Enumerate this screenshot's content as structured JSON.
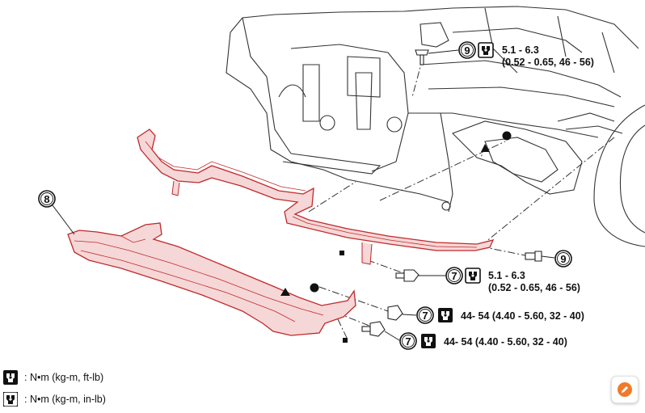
{
  "callouts": {
    "part_8": "8",
    "bolt_9_top": "9",
    "bolt_9_right": "9",
    "bolt_7_upper": "7",
    "bolt_7_middle": "7",
    "bolt_7_lower": "7"
  },
  "torque_specs": {
    "top": {
      "line1": "5.1 - 6.3",
      "line2": "(0.52 - 0.65, 46 - 56)"
    },
    "middle": {
      "line1": "5.1 - 6.3",
      "line2": "(0.52 - 0.65, 46 - 56)"
    },
    "lower1": "44- 54 (4.40 - 5.60, 32 - 40)",
    "lower2": "44- 54 (4.40 - 5.60, 32 - 40)"
  },
  "legend": [
    {
      "text": ": N•m (kg-m, ft-lb)"
    },
    {
      "text": ": N•m (kg-m, in-lb)"
    }
  ],
  "colors": {
    "reinforcement_fill": "#f6d7d7",
    "reinforcement_stroke": "#c0292b",
    "line_art": "#333333",
    "fab_accent": "#f07a2a"
  },
  "icons": {
    "torque_ft_lb": "wrench-ft-lb-icon",
    "torque_in_lb": "wrench-in-lb-icon",
    "fab": "edit-pen-icon"
  }
}
